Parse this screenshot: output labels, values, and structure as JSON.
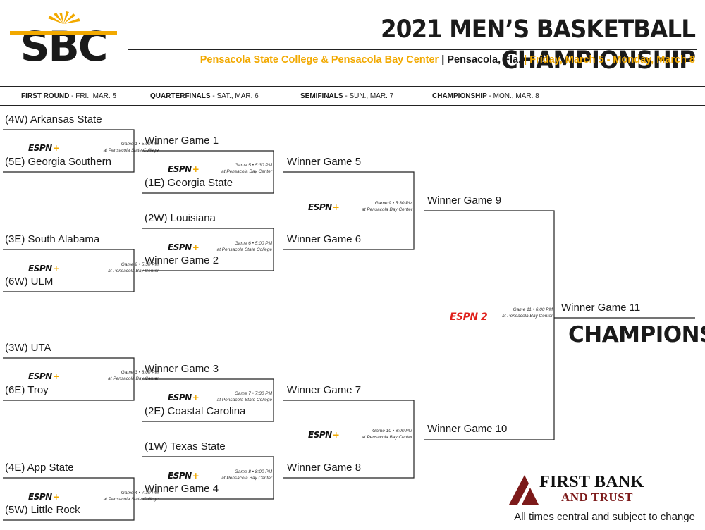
{
  "header": {
    "logo_text": "SBC",
    "title": "2021 MEN’S BASKETBALL CHAMPIONSHIP",
    "venue": "Pensacola State College & Pensacola Bay Center",
    "separator": "|",
    "city": "Pensacola, Fla.",
    "dates": "Friday, March 5 - Monday, March 8"
  },
  "rounds": [
    {
      "name": "FIRST ROUND",
      "date": " - FRI., MAR. 5"
    },
    {
      "name": "QUARTERFINALS",
      "date": " - SAT., MAR. 6"
    },
    {
      "name": "SEMIFINALS",
      "date": " - SUN., MAR. 7"
    },
    {
      "name": "CHAMPIONSHIP",
      "date": " - MON., MAR. 8"
    }
  ],
  "first_round": [
    "(4W) Arkansas State",
    "(5E) Georgia Southern",
    "(3E) South Alabama",
    "(6W) ULM",
    "(3W) UTA",
    "(6E) Troy",
    "(4E) App State",
    "(5W) Little Rock"
  ],
  "quarterfinals": [
    "Winner Game 1",
    "(1E) Georgia State",
    "(2W) Louisiana",
    "Winner Game 2",
    "Winner Game 3",
    "(2E) Coastal Carolina",
    "(1W) Texas State",
    "Winner Game 4"
  ],
  "semifinals": [
    "Winner Game 5",
    "Winner Game 6",
    "Winner Game 7",
    "Winner Game 8"
  ],
  "finals_slots": [
    "Winner Game 9",
    "Winner Game 10"
  ],
  "final_winner": "Winner Game 11",
  "champions": "CHAMPIONS",
  "network": "ESPN",
  "network_plus": "+",
  "network_final": "ESPN 2",
  "games": [
    {
      "line1": "Game 1 • 5:00 PM",
      "line2": "at Pensacola State College"
    },
    {
      "line1": "Game 2 • 5:30 PM",
      "line2": "at Pensacola Bay Center"
    },
    {
      "line1": "Game 3 • 8:00 PM",
      "line2": "at Pensacola Bay Center"
    },
    {
      "line1": "Game 4 • 7:30 PM",
      "line2": "at Pensacola State College"
    },
    {
      "line1": "Game 5 • 5:30 PM",
      "line2": "at Pensacola Bay Center"
    },
    {
      "line1": "Game 6 • 5:00 PM",
      "line2": "at Pensacola State College"
    },
    {
      "line1": "Game 7 • 7:30 PM",
      "line2": "at Pensacola State College"
    },
    {
      "line1": "Game 8 • 8:00 PM",
      "line2": "at Pensacola Bay Center"
    },
    {
      "line1": "Game 9 • 5:30 PM",
      "line2": "at Pensacola Bay Center"
    },
    {
      "line1": "Game 10 • 8:00 PM",
      "line2": "at Pensacola Bay Center"
    },
    {
      "line1": "Game 11 • 6:00 PM",
      "line2": "at Pensacola Bay Center"
    }
  ],
  "sponsor": {
    "line1": "FIRST BANK",
    "line2": "AND TRUST"
  },
  "footer_note": "All times central and subject to change",
  "colors": {
    "gold": "#f2a900",
    "dark": "#1a1a1a",
    "espn2_red": "#e0201b",
    "bank_red": "#7c1a1a"
  }
}
